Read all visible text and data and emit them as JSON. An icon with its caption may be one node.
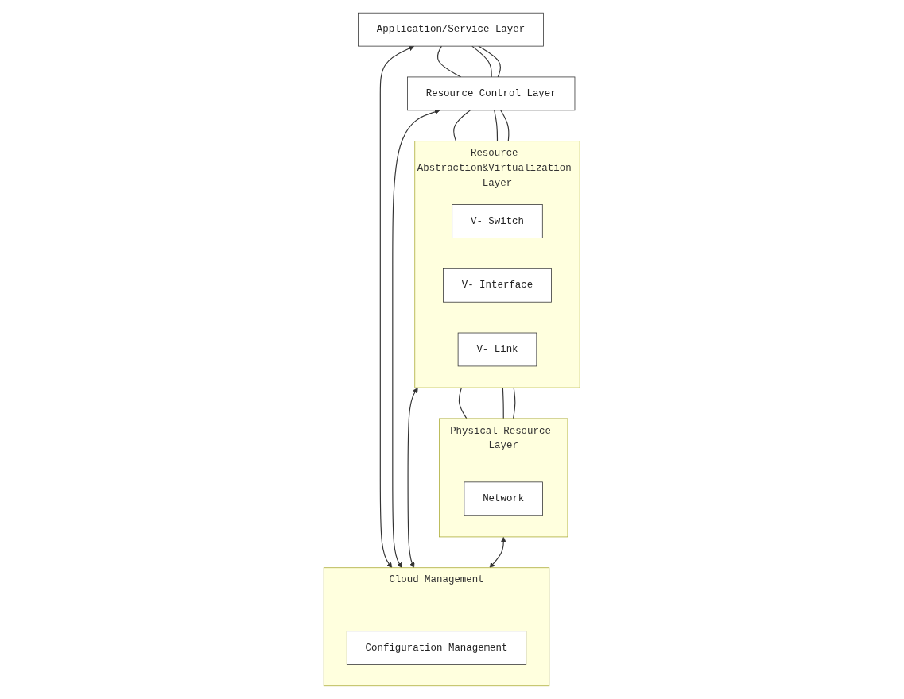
{
  "diagram": {
    "nodes": [
      {
        "text": [
          "Application/Service Layer"
        ]
      },
      {
        "text": [
          "Resource Control Layer"
        ]
      },
      {
        "text": [
          "Resource Abstraction&Virtualization Layer"
        ]
      },
      {
        "text": [
          "V- Switch"
        ],
        "in": 2
      },
      {
        "text": [
          "V- Interface"
        ],
        "in": 2
      },
      {
        "text": [
          "V- Link"
        ],
        "in": 2
      },
      {
        "text": [
          "Physical Resource Layer"
        ]
      },
      {
        "text": [
          "Network"
        ],
        "in": 6
      },
      {
        "text": [
          "Cloud Management"
        ]
      },
      {
        "text": [
          "Configuration Management"
        ],
        "in": 8
      }
    ],
    "edges": [
      {
        "from": 0,
        "to": 1,
        "arrow": "none"
      },
      {
        "from": 0,
        "to": 1,
        "arrow": "none"
      },
      {
        "from": 0,
        "to": 1,
        "arrow": "none"
      },
      {
        "from": 1,
        "to": 2,
        "arrow": "none"
      },
      {
        "from": 1,
        "to": 2,
        "arrow": "none"
      },
      {
        "from": 1,
        "to": 2,
        "arrow": "none"
      },
      {
        "from": 2,
        "to": 6,
        "arrow": "none"
      },
      {
        "from": 2,
        "to": 6,
        "arrow": "none"
      },
      {
        "from": 2,
        "to": 6,
        "arrow": "none"
      },
      {
        "from": 0,
        "to": 8,
        "arrow": "both"
      },
      {
        "from": 1,
        "to": 8,
        "arrow": "both"
      },
      {
        "from": 2,
        "to": 8,
        "arrow": "both"
      },
      {
        "from": 6,
        "to": 8,
        "arrow": "both"
      }
    ]
  }
}
